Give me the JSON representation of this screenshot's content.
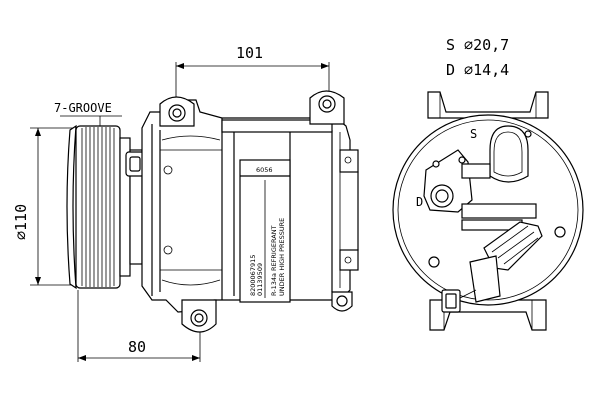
{
  "dimensions": {
    "width_top": "101",
    "width_bottom": "80",
    "diameter": "⌀110",
    "groove": "7-GROOVE"
  },
  "ports": {
    "suction": "S ⌀20,7",
    "discharge": "D ⌀14,4",
    "s_marker": "S",
    "d_marker": "D"
  },
  "label_plate": {
    "code": "6056",
    "part_line1": "8200067915",
    "part_line2": "01139509",
    "refrigerant_line1": "R-134a REFRIGERANT",
    "refrigerant_line2": "UNDER HIGH PRESSURE"
  }
}
